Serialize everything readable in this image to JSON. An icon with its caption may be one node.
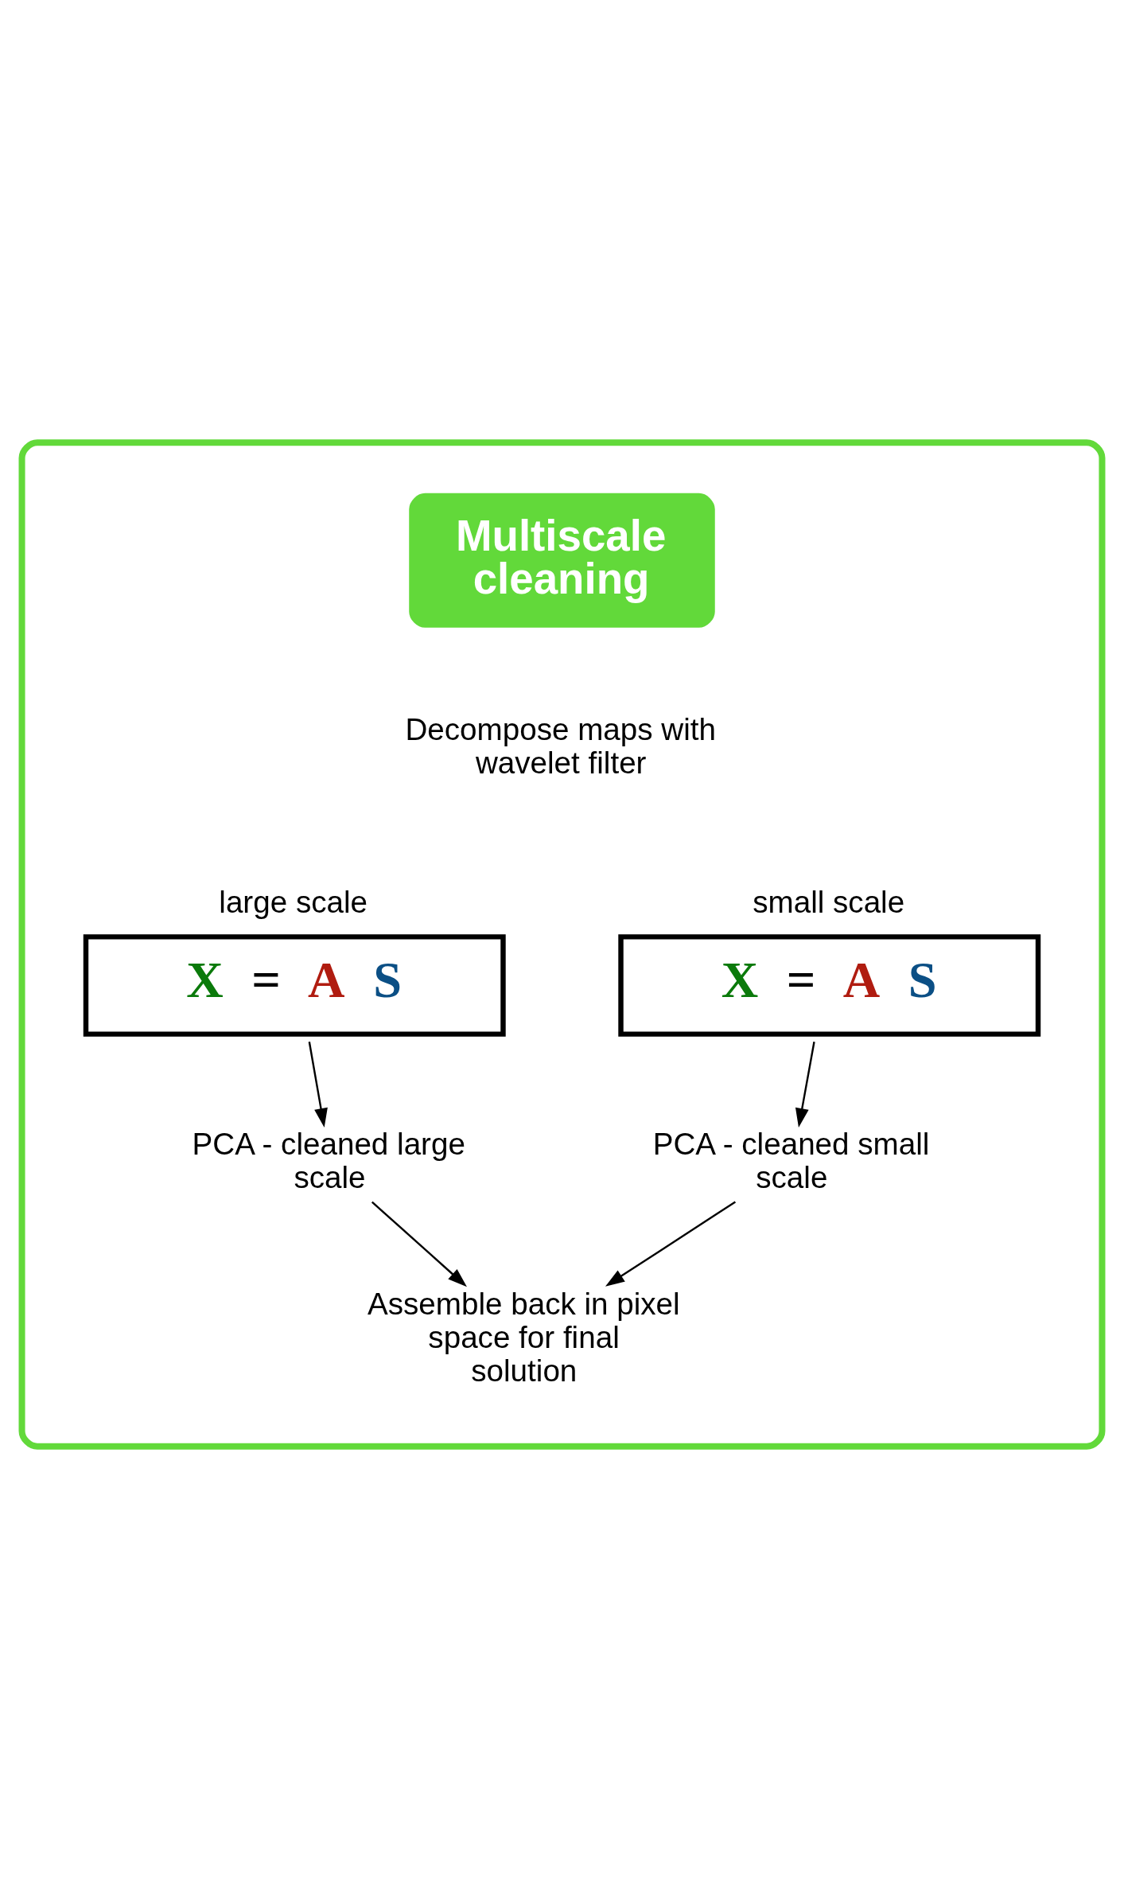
{
  "diagram": {
    "nodes": [
      {
        "text": [],
        "shape": "box"
      },
      {
        "text": [
          "Multiscale cleaning"
        ],
        "in": 0
      },
      {
        "text": [
          "large scale",
          "X = A S"
        ],
        "in": 0
      },
      {
        "text": [
          "small scale",
          "X = A S"
        ],
        "in": 0
      },
      {
        "text": [
          "PCA - cleaned large scale"
        ],
        "in": 0
      },
      {
        "text": [
          "PCA - cleaned small scale"
        ],
        "in": 0
      },
      {
        "text": [
          "Assemble back in pixel space for final solution"
        ],
        "in": 0
      }
    ],
    "edges": [
      {
        "from": 2,
        "to": 4,
        "arrow": "to"
      },
      {
        "from": 3,
        "to": 5,
        "arrow": "to"
      },
      {
        "from": 4,
        "to": 6,
        "arrow": "to"
      },
      {
        "from": 5,
        "to": 6,
        "arrow": "to"
      }
    ],
    "labels": [
      "Decompose maps with wavelet filter"
    ]
  }
}
